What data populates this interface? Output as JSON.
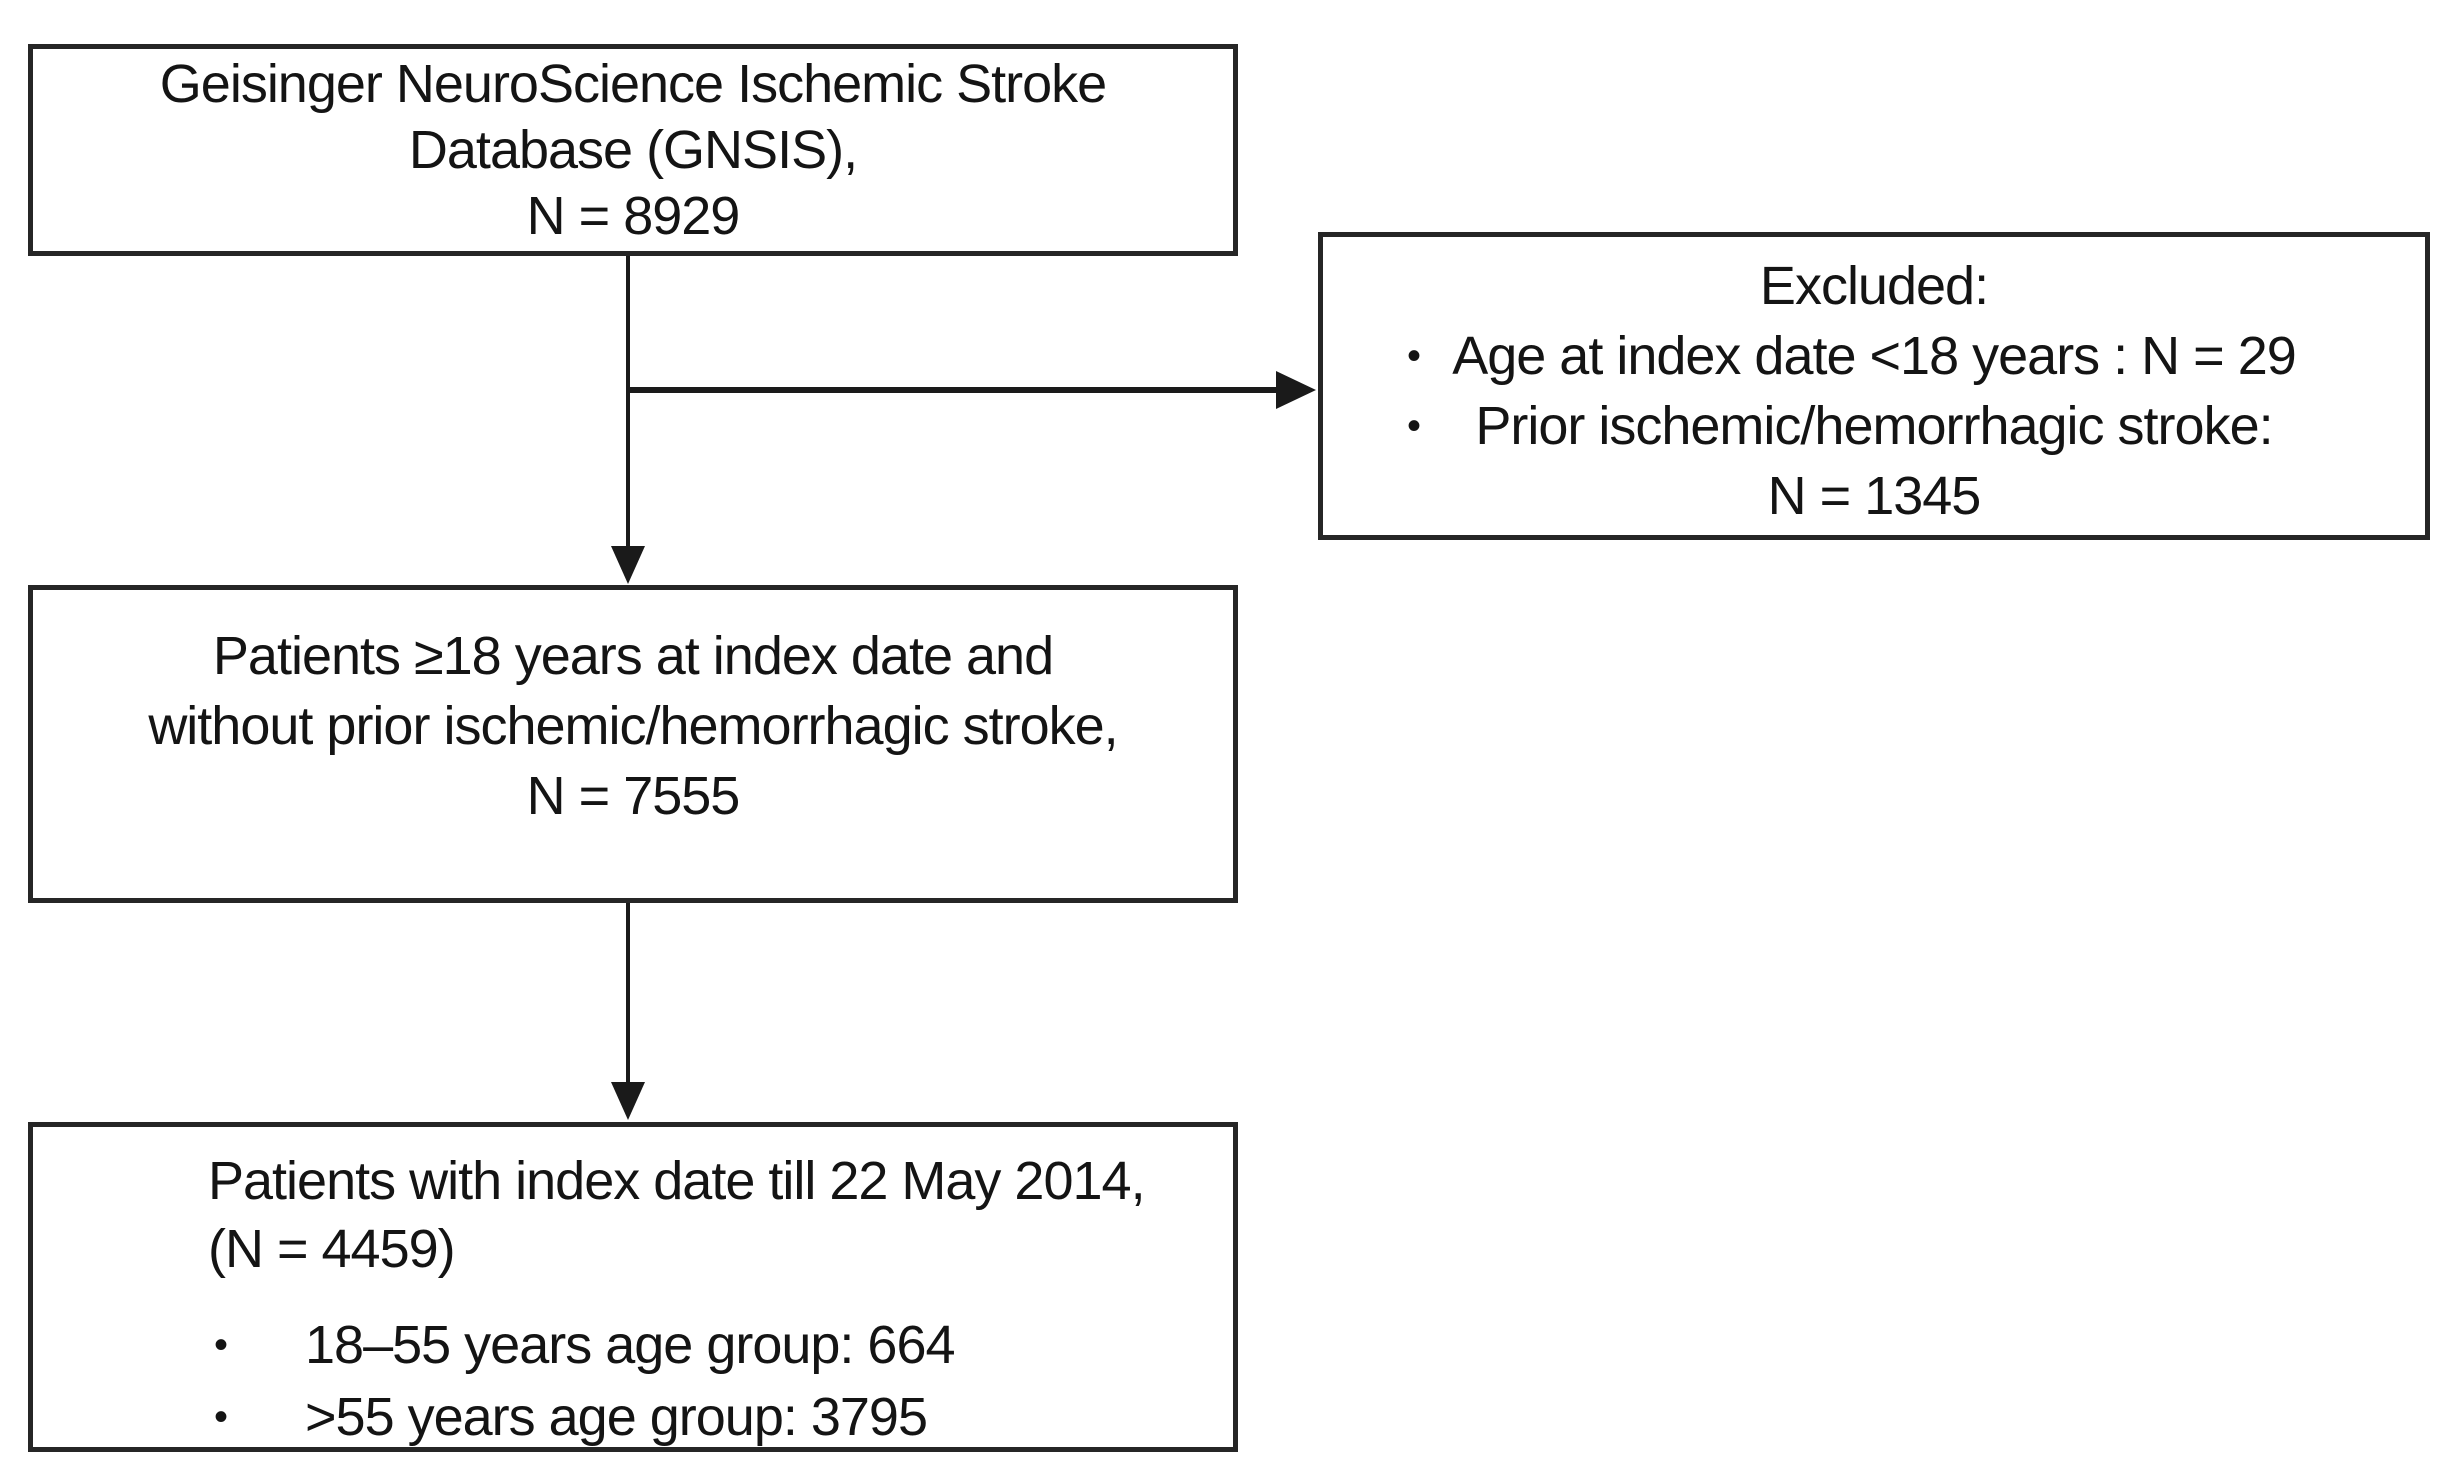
{
  "nodes": {
    "gnsis": {
      "lines": [
        "Geisinger NeuroScience Ischemic Stroke",
        "Database (GNSIS),",
        "N = 8929"
      ]
    },
    "excluded": {
      "title": "Excluded:",
      "bullet1": "Age at index date <18 years : N = 29",
      "bullet2": "Prior ischemic/hemorrhagic stroke:",
      "bullet2_continuation": "N = 1345"
    },
    "eligible": {
      "lines": [
        "Patients ≥18 years at index date and",
        "without prior ischemic/hemorrhagic stroke,",
        "N = 7555"
      ]
    },
    "final": {
      "line1": "Patients with index date till 22 May 2014,",
      "line2": "(N = 4459)",
      "bullet1": "18–55 years age group: 664",
      "bullet2": ">55 years age group: 3795"
    }
  },
  "icons": {
    "bullet": "•"
  },
  "colors": {
    "border": "#262626",
    "text": "#141414",
    "arrow": "#1a1a1a",
    "background": "#ffffff"
  }
}
